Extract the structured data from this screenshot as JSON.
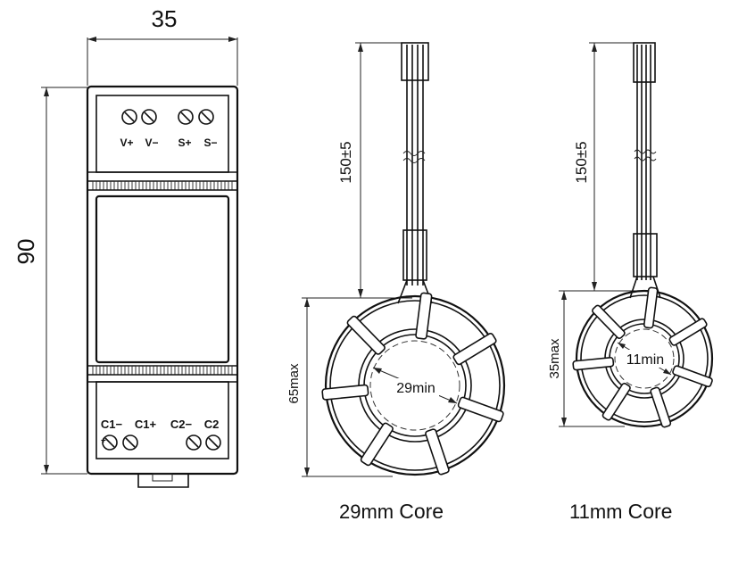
{
  "meter": {
    "width_dim": "35",
    "height_dim": "90",
    "top_terminals": [
      "V+",
      "V−",
      "S+",
      "S−"
    ],
    "bottom_terminals": [
      "C1−",
      "C1+",
      "C2−",
      "C2"
    ],
    "bottom_mark": "+"
  },
  "ct_large": {
    "lead_dim": "150±5",
    "height_dim": "65max",
    "inner_dim": "29min",
    "caption_size": "29mm",
    "caption_word": "Core"
  },
  "ct_small": {
    "lead_dim": "150±5",
    "height_dim": "35max",
    "inner_dim": "11min",
    "caption_size": "11mm",
    "caption_word": "Core"
  }
}
